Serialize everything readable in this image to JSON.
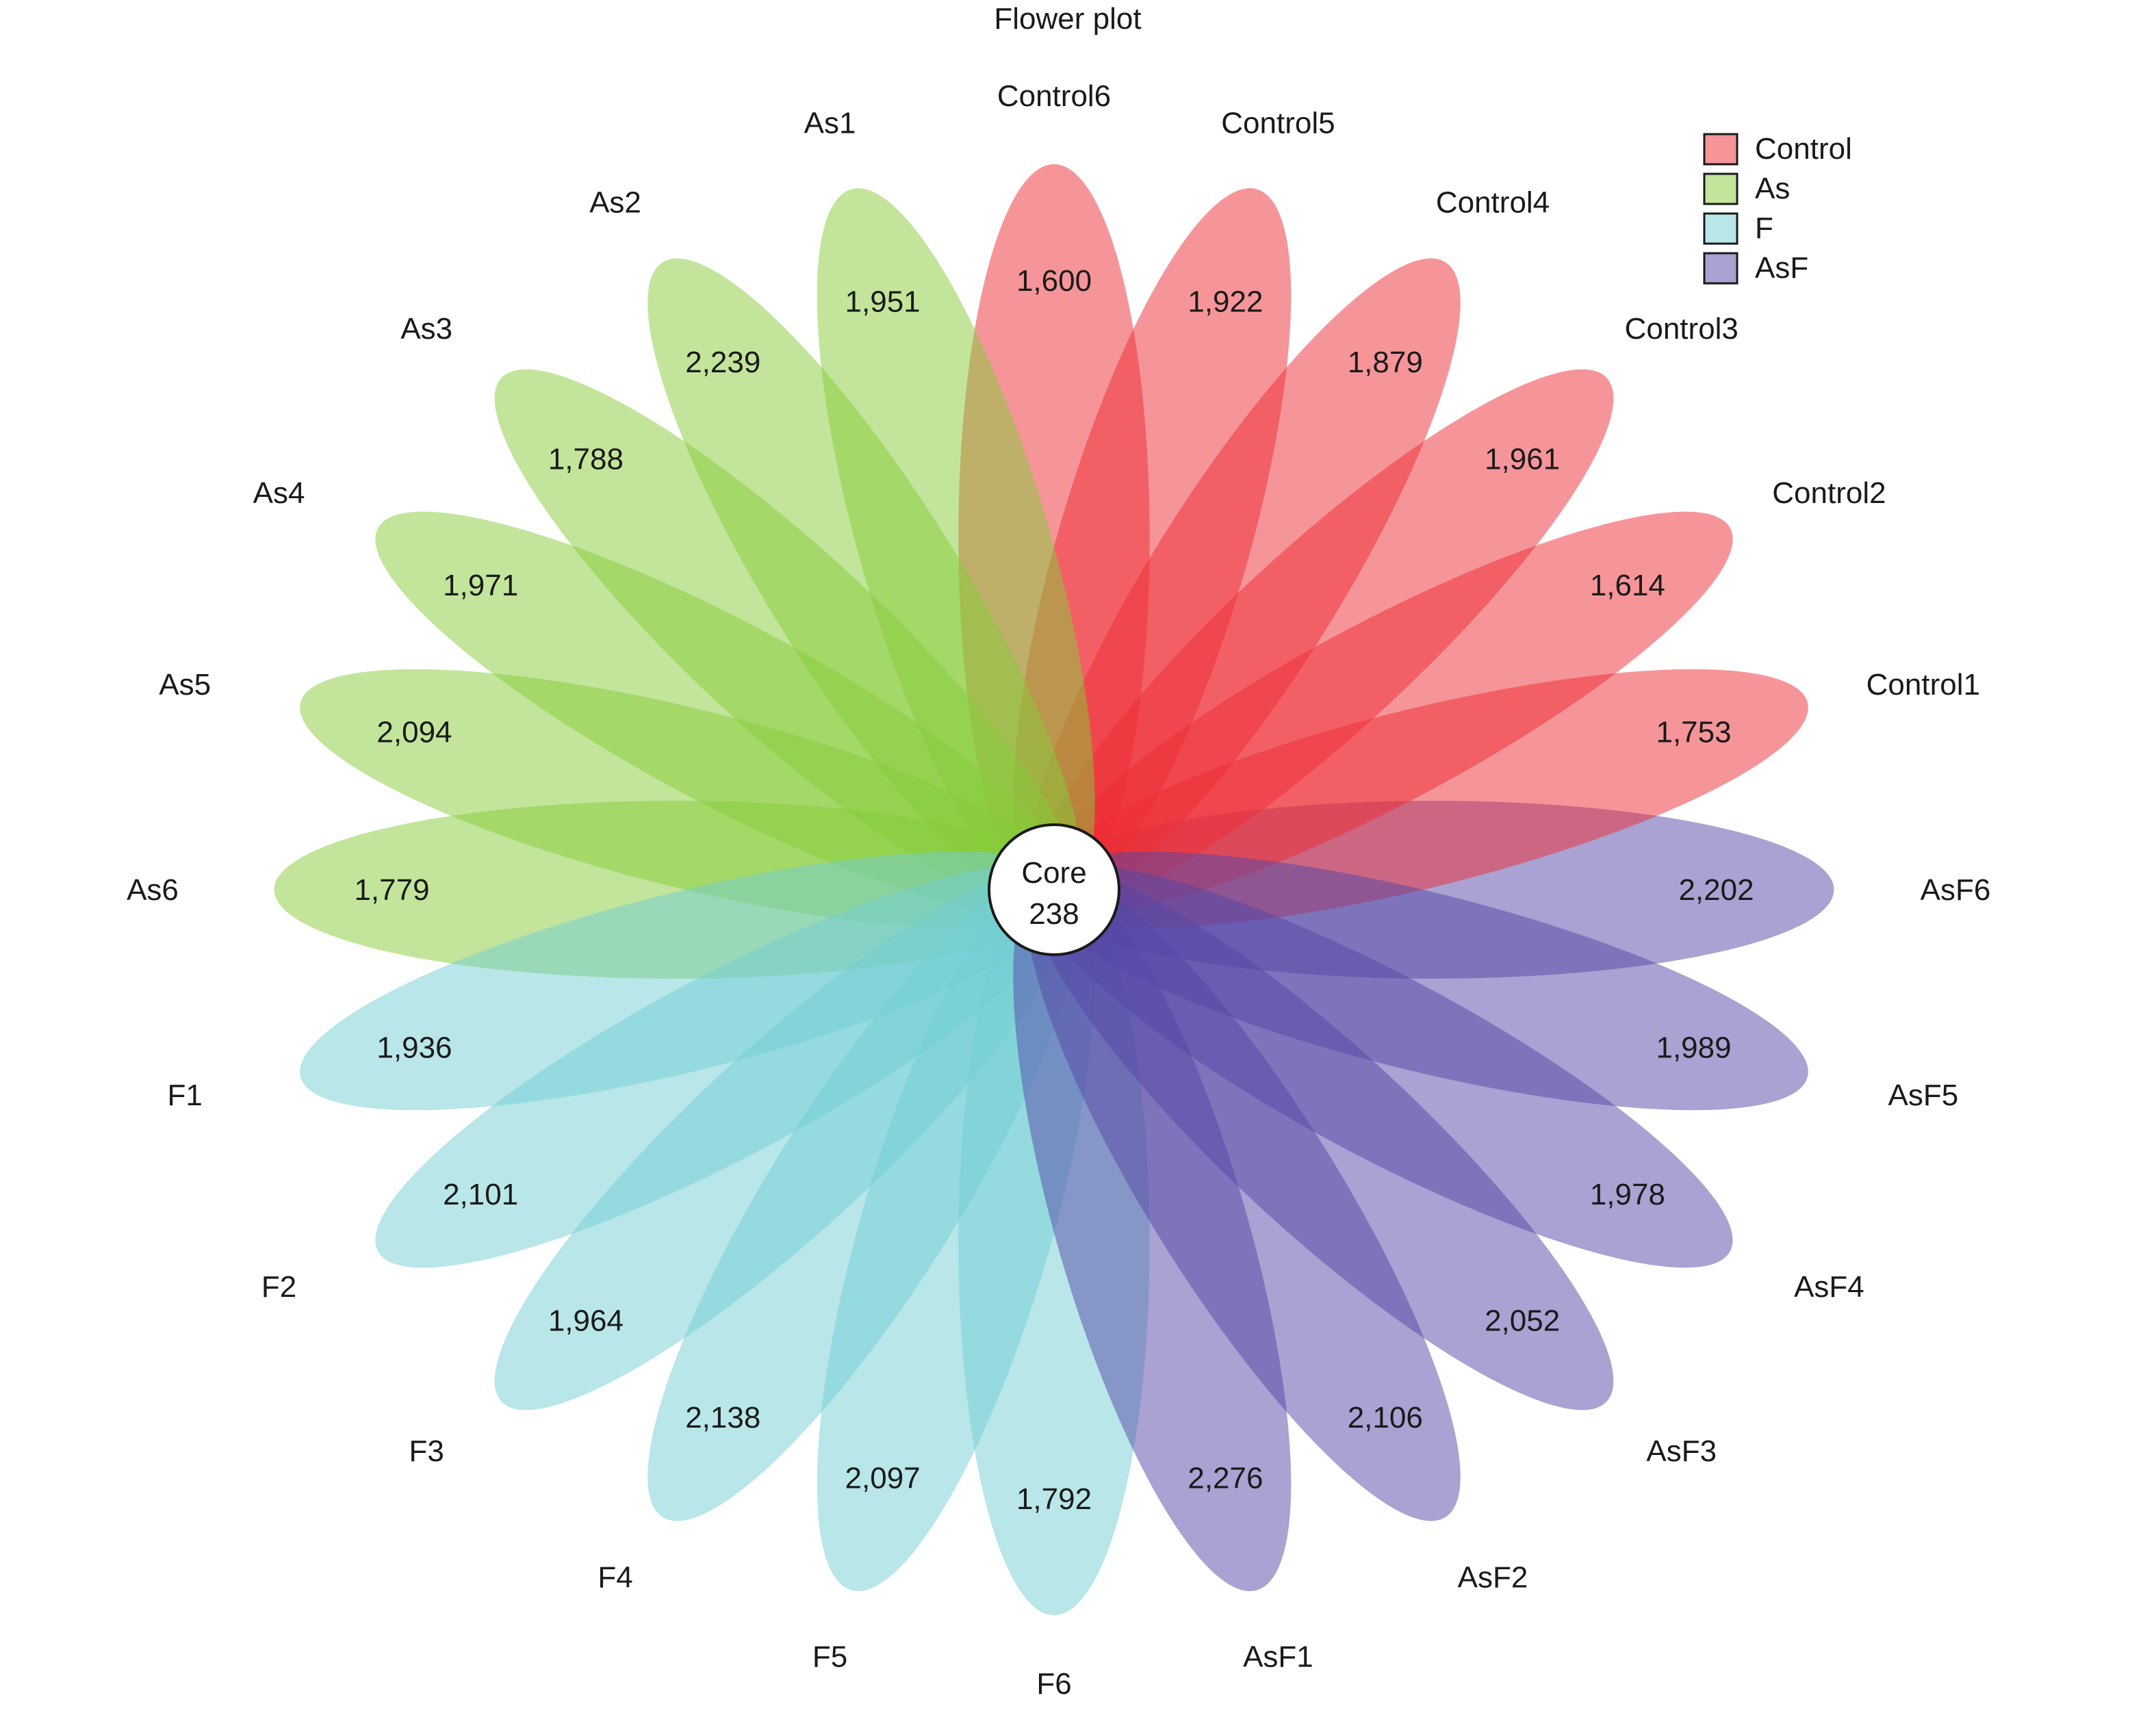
{
  "chart_data": {
    "type": "flower",
    "title": "Flower plot",
    "core": {
      "label": "Core",
      "value": 238
    },
    "groups": [
      {
        "name": "Control",
        "color": "#ed2b33"
      },
      {
        "name": "As",
        "color": "#85cc38"
      },
      {
        "name": "F",
        "color": "#72cdd3"
      },
      {
        "name": "AsF",
        "color": "#5446a6"
      }
    ],
    "legend": {
      "position": "top-right",
      "entries": [
        "Control",
        "As",
        "F",
        "AsF"
      ]
    },
    "petals": [
      {
        "name": "AsF6",
        "group": "AsF",
        "value": 2202,
        "value_label": "2,202"
      },
      {
        "name": "Control1",
        "group": "Control",
        "value": 1753,
        "value_label": "1,753"
      },
      {
        "name": "Control2",
        "group": "Control",
        "value": 1614,
        "value_label": "1,614"
      },
      {
        "name": "Control3",
        "group": "Control",
        "value": 1961,
        "value_label": "1,961"
      },
      {
        "name": "Control4",
        "group": "Control",
        "value": 1879,
        "value_label": "1,879"
      },
      {
        "name": "Control5",
        "group": "Control",
        "value": 1922,
        "value_label": "1,922"
      },
      {
        "name": "Control6",
        "group": "Control",
        "value": 1600,
        "value_label": "1,600"
      },
      {
        "name": "As1",
        "group": "As",
        "value": 1951,
        "value_label": "1,951"
      },
      {
        "name": "As2",
        "group": "As",
        "value": 2239,
        "value_label": "2,239"
      },
      {
        "name": "As3",
        "group": "As",
        "value": 1788,
        "value_label": "1,788"
      },
      {
        "name": "As4",
        "group": "As",
        "value": 1971,
        "value_label": "1,971"
      },
      {
        "name": "As5",
        "group": "As",
        "value": 2094,
        "value_label": "2,094"
      },
      {
        "name": "As6",
        "group": "As",
        "value": 1779,
        "value_label": "1,779"
      },
      {
        "name": "F1",
        "group": "F",
        "value": 1936,
        "value_label": "1,936"
      },
      {
        "name": "F2",
        "group": "F",
        "value": 2101,
        "value_label": "2,101"
      },
      {
        "name": "F3",
        "group": "F",
        "value": 1964,
        "value_label": "1,964"
      },
      {
        "name": "F4",
        "group": "F",
        "value": 2138,
        "value_label": "2,138"
      },
      {
        "name": "F5",
        "group": "F",
        "value": 2097,
        "value_label": "2,097"
      },
      {
        "name": "F6",
        "group": "F",
        "value": 1792,
        "value_label": "1,792"
      },
      {
        "name": "AsF1",
        "group": "AsF",
        "value": 2276,
        "value_label": "2,276"
      },
      {
        "name": "AsF2",
        "group": "AsF",
        "value": 2106,
        "value_label": "2,106"
      },
      {
        "name": "AsF3",
        "group": "AsF",
        "value": 2052,
        "value_label": "2,052"
      },
      {
        "name": "AsF4",
        "group": "AsF",
        "value": 1978,
        "value_label": "1,978"
      },
      {
        "name": "AsF5",
        "group": "AsF",
        "value": 1989,
        "value_label": "1,989"
      }
    ]
  }
}
